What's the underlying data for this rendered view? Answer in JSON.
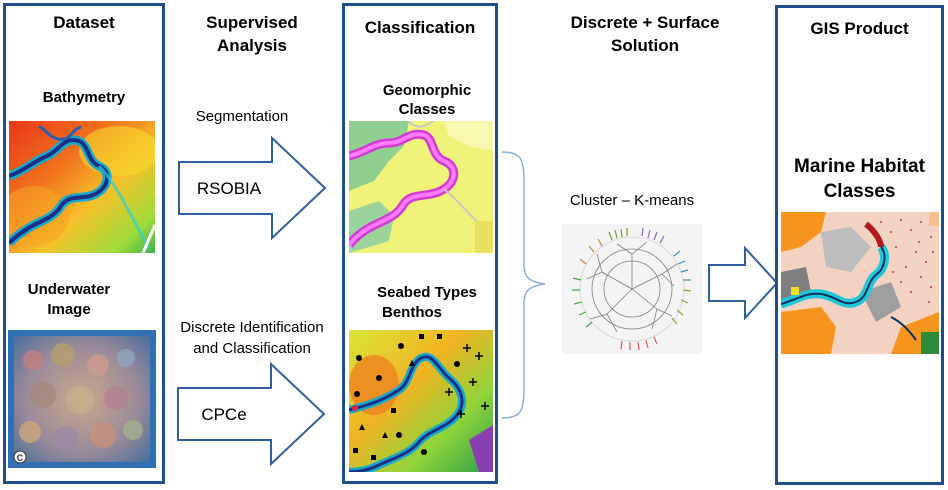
{
  "columns": {
    "dataset": {
      "title": "Dataset",
      "bathymetry_label": "Bathymetry",
      "underwater_label_line1": "Underwater",
      "underwater_label_line2": "Image",
      "copyright_mark": "C"
    },
    "supervised": {
      "title_line1": "Supervised",
      "title_line2": "Analysis",
      "segmentation_label": "Segmentation",
      "rsobia_label": "RSOBIA",
      "discrete_label_line1": "Discrete Identification",
      "discrete_label_line2": "and Classification",
      "cpce_label": "CPCe"
    },
    "classification": {
      "title": "Classification",
      "geomorphic_line1": "Geomorphic",
      "geomorphic_line2": "Classes",
      "seabed_line1": "Seabed Types",
      "seabed_line2": "Benthos"
    },
    "discrete_surface": {
      "title_line1": "Discrete + Surface",
      "title_line2": "Solution",
      "cluster_label": "Cluster – K-means"
    },
    "gis": {
      "title": "GIS Product",
      "marine_line1": "Marine Habitat",
      "marine_line2": "Classes"
    }
  },
  "colors": {
    "panel_border": "#1f4e8c",
    "arrow_stroke": "#2f5f9e",
    "bracket": "#8fb0d6"
  }
}
